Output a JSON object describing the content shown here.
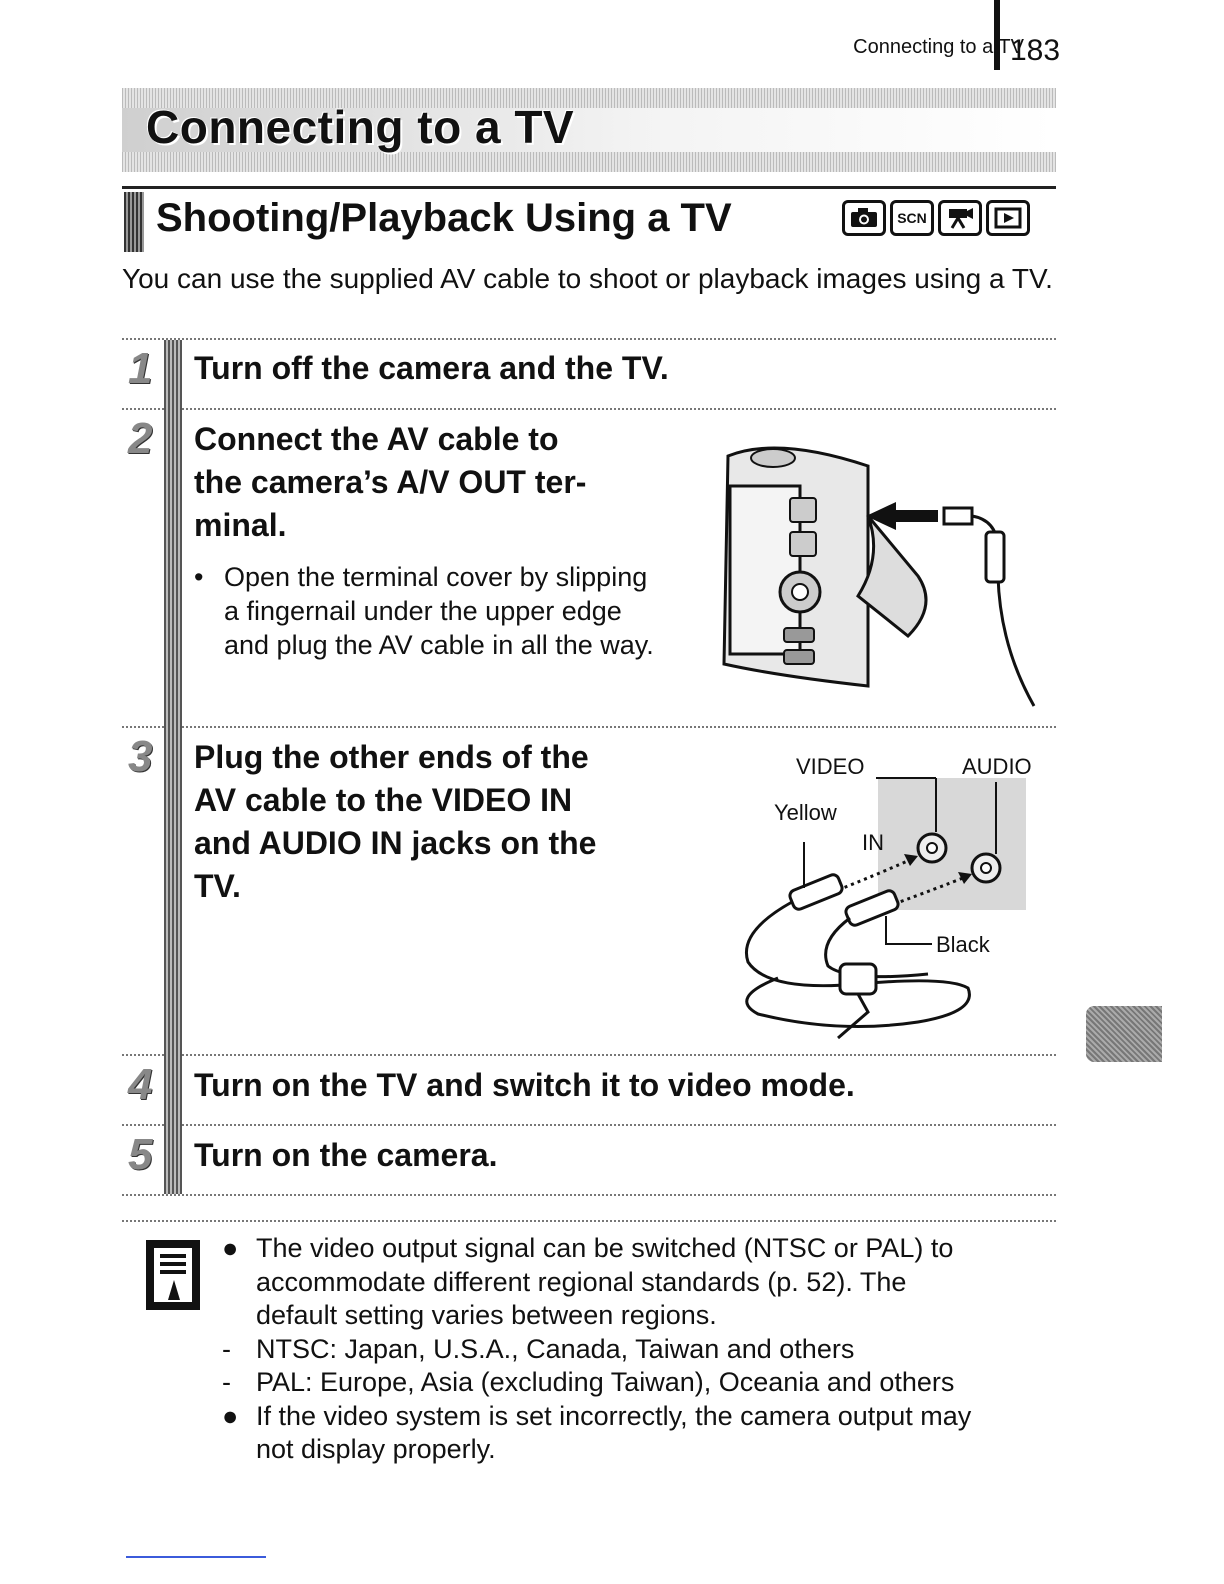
{
  "header": {
    "running_head": "Connecting to a TV",
    "page_number": "183"
  },
  "title": "Connecting to a TV",
  "section": {
    "title": "Shooting/Playback Using a TV",
    "mode_icons": [
      "camera-icon",
      "scn-icon",
      "movie-icon",
      "playback-icon"
    ],
    "scn_label": "SCN",
    "intro": "You can use the supplied AV cable to shoot or playback images using a TV."
  },
  "steps": [
    {
      "num": "1",
      "heading": "Turn off the camera and the TV."
    },
    {
      "num": "2",
      "heading_lines": [
        "Connect the AV cable to",
        "the camera’s A/V OUT ter-",
        "minal."
      ],
      "bullet": "•",
      "body_lines": [
        "Open the terminal cover by slipping",
        "a fingernail under the upper edge",
        "and plug the AV cable in all the way."
      ]
    },
    {
      "num": "3",
      "heading_lines": [
        "Plug the other ends of the",
        "AV cable to the VIDEO IN",
        "and AUDIO IN jacks on the",
        "TV."
      ],
      "figure": {
        "video": "VIDEO",
        "audio": "AUDIO",
        "in": "IN",
        "yellow": "Yellow",
        "black": "Black"
      }
    },
    {
      "num": "4",
      "heading": "Turn on the TV and switch it to video mode."
    },
    {
      "num": "5",
      "heading": "Turn on the camera."
    }
  ],
  "notes": [
    {
      "marker": "●",
      "lines": [
        "The video output signal can be switched (NTSC or PAL) to",
        "accommodate different regional standards (p. 52). The",
        "default setting varies between regions."
      ]
    },
    {
      "marker": "-",
      "lines": [
        "NTSC: Japan, U.S.A., Canada, Taiwan and others"
      ]
    },
    {
      "marker": "-",
      "lines": [
        "PAL: Europe, Asia (excluding Taiwan), Oceania and others"
      ]
    },
    {
      "marker": "●",
      "lines": [
        "If the video system is set incorrectly, the camera output may",
        "not display properly."
      ]
    }
  ]
}
